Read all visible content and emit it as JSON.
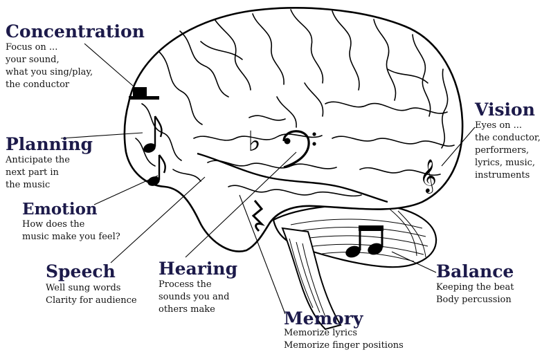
{
  "colors": {
    "title": "#1c1a4a",
    "text": "#111111",
    "outline": "#000000",
    "background": "#ffffff"
  },
  "labels": {
    "concentration": {
      "title": "Concentration",
      "desc": "Focus on ...\nyour sound,\nwhat you sing/play,\nthe conductor"
    },
    "planning": {
      "title": "Planning",
      "desc": "Anticipate the\nnext part in\nthe music"
    },
    "emotion": {
      "title": "Emotion",
      "desc": "How does the\nmusic make you feel?"
    },
    "speech": {
      "title": "Speech",
      "desc": "Well sung words\nClarity for audience"
    },
    "hearing": {
      "title": "Hearing",
      "desc": "Process the\nsounds you and\nothers make"
    },
    "memory": {
      "title": "Memory",
      "desc": "Memorize lyrics\nMemorize finger positions"
    },
    "balance": {
      "title": "Balance",
      "desc": "Keeping the beat\nBody percussion"
    },
    "vision": {
      "title": "Vision",
      "desc": "Eyes on ...\nthe conductor,\nperformers,\nlyrics, music,\ninstruments"
    }
  },
  "symbols": {
    "hat": "top-hat-icon",
    "eighth_note": "eighth-note-icon",
    "flat": "flat-icon",
    "bass_clef": "bass-clef-icon",
    "treble_clef": "treble-clef-icon",
    "quarter_rest": "quarter-rest-icon",
    "beamed_notes": "beamed-eighth-notes-icon"
  }
}
